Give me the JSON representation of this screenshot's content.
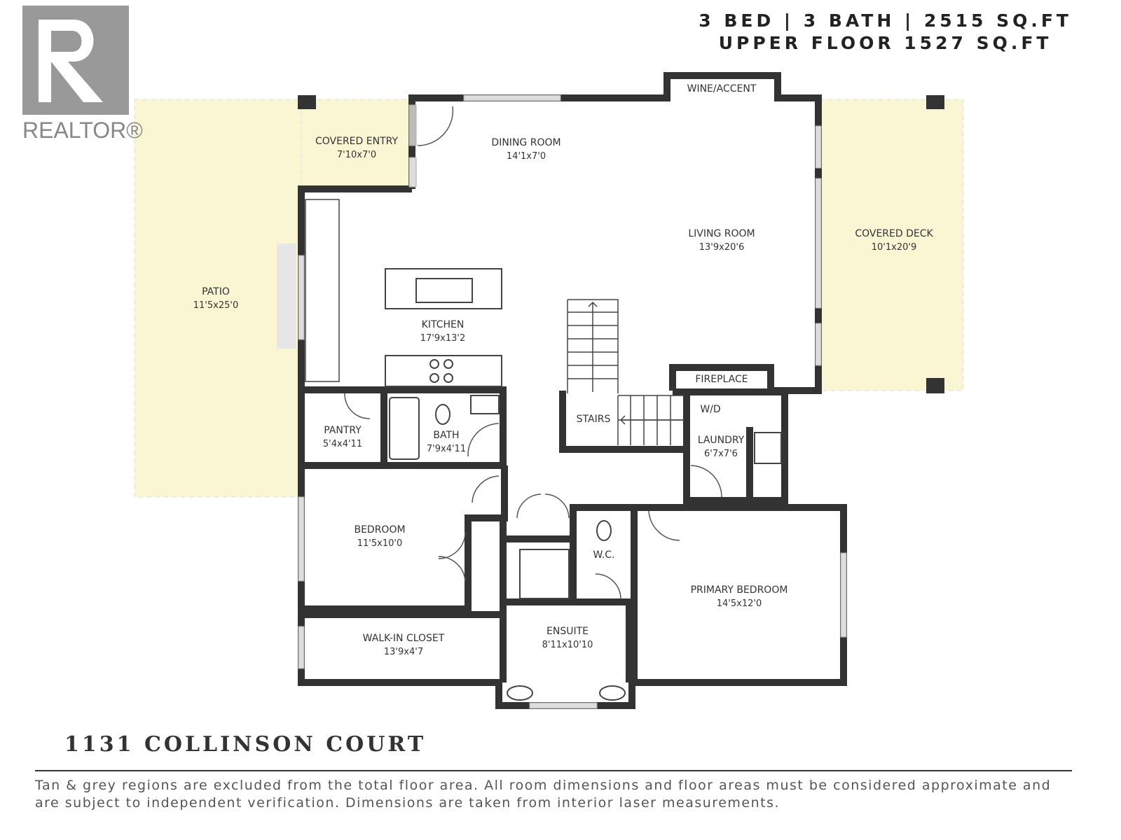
{
  "header": {
    "line1": "3 BED | 3 BATH | 2515 SQ.FT",
    "line2": "UPPER FLOOR 1527 SQ.FT"
  },
  "logo": {
    "text": "REALTOR®",
    "icon": "realtor-r-logo"
  },
  "colors": {
    "wall": "#333333",
    "excluded_area": "#faf5d2",
    "window": "#c8c8c8"
  },
  "rooms": {
    "covered_entry": {
      "name": "COVERED ENTRY",
      "dim": "7'10x7'0"
    },
    "dining": {
      "name": "DINING ROOM",
      "dim": "14'1x7'0"
    },
    "wine": {
      "name": "WINE/ACCENT"
    },
    "living": {
      "name": "LIVING ROOM",
      "dim": "13'9x20'6"
    },
    "covered_deck": {
      "name": "COVERED DECK",
      "dim": "10'1x20'9"
    },
    "patio": {
      "name": "PATIO",
      "dim": "11'5x25'0"
    },
    "kitchen": {
      "name": "KITCHEN",
      "dim": "17'9x13'2"
    },
    "fireplace": {
      "name": "FIREPLACE"
    },
    "pantry": {
      "name": "PANTRY",
      "dim": "5'4x4'11"
    },
    "bath": {
      "name": "BATH",
      "dim": "7'9x4'11"
    },
    "stairs": {
      "name": "STAIRS"
    },
    "wd": {
      "name": "W/D"
    },
    "laundry": {
      "name": "LAUNDRY",
      "dim": "6'7x7'6"
    },
    "bedroom": {
      "name": "BEDROOM",
      "dim": "11'5x10'0"
    },
    "wc": {
      "name": "W.C."
    },
    "primary": {
      "name": "PRIMARY BEDROOM",
      "dim": "14'5x12'0"
    },
    "walkin": {
      "name": "WALK-IN CLOSET",
      "dim": "13'9x4'7"
    },
    "ensuite": {
      "name": "ENSUITE",
      "dim": "8'11x10'10"
    }
  },
  "footer": {
    "address": "1131 COLLINSON COURT",
    "disclaimer": "Tan & grey regions are excluded from the total floor area. All room dimensions and floor areas must be considered approximate and are subject to independent verification. Dimensions are taken from interior laser measurements."
  }
}
